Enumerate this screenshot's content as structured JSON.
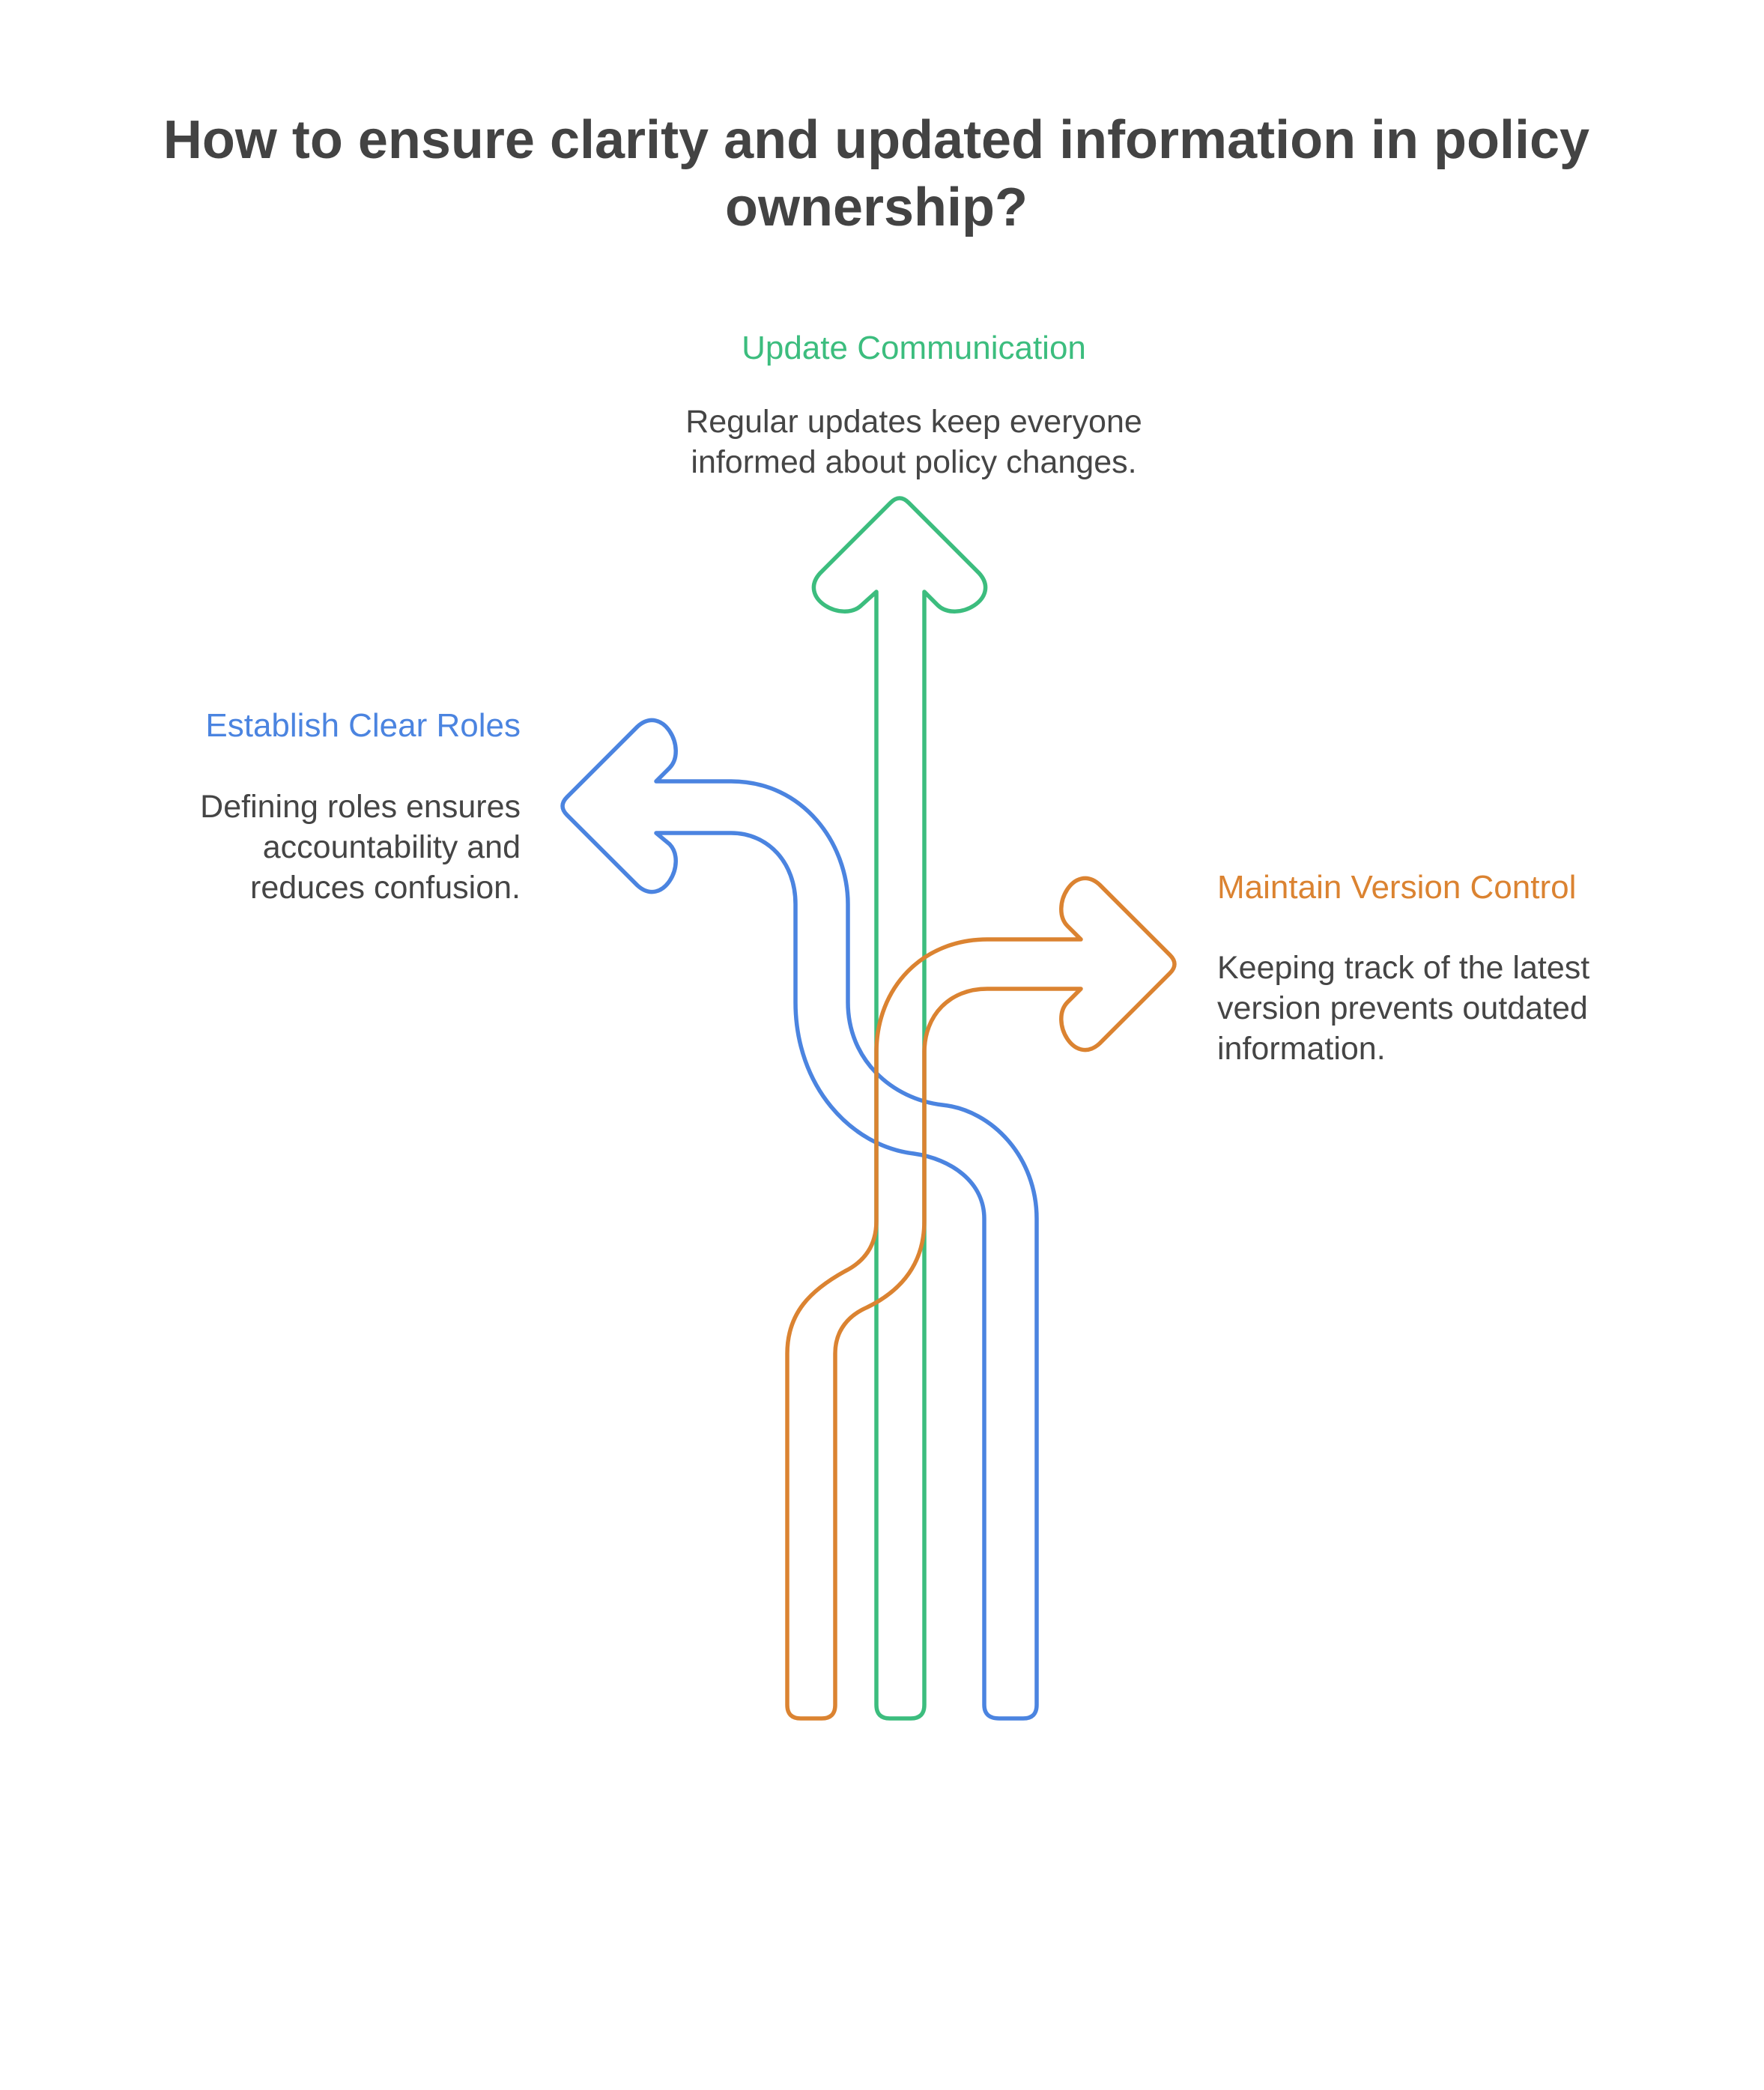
{
  "title": "How to ensure clarity and updated information in policy ownership?",
  "colors": {
    "title": "#434343",
    "text": "#454545",
    "green": "#3cbd7e",
    "blue": "#4b84e0",
    "orange": "#db8331"
  },
  "branches": {
    "top": {
      "heading": "Update Communication",
      "color": "#3cbd7e",
      "icon": "arrow-up-icon",
      "lines": [
        "Regular updates keep everyone",
        "informed about policy changes."
      ]
    },
    "left": {
      "heading": "Establish Clear Roles",
      "color": "#4b84e0",
      "icon": "arrow-left-icon",
      "lines": [
        "Defining roles ensures",
        "accountability and",
        "reduces confusion."
      ]
    },
    "right": {
      "heading": "Maintain Version Control",
      "color": "#db8331",
      "icon": "arrow-right-icon",
      "lines": [
        "Keeping track of the latest",
        "version prevents outdated",
        "information."
      ]
    }
  }
}
